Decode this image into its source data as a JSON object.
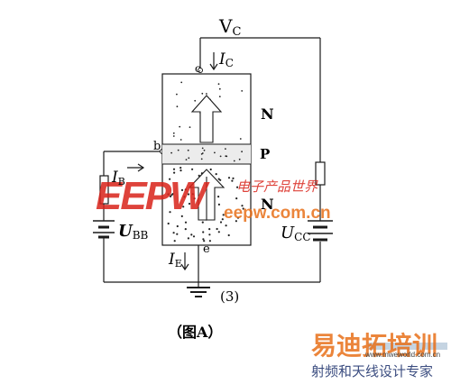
{
  "labels": {
    "vc_main": "V",
    "vc_sub": "C",
    "ic_main": "I",
    "ic_sub": "C",
    "n_top": "N",
    "p_mid": "P",
    "n_bottom": "N",
    "terminal_c": "c",
    "terminal_b": "b",
    "terminal_e": "e",
    "ib_main": "I",
    "ib_sub": "B",
    "ubb_main": "U",
    "ubb_sub": "BB",
    "ucc_main": "U",
    "ucc_sub": "CC",
    "ie_main": "I",
    "ie_sub": "E",
    "figure_number": "(3)",
    "caption": "（图A）"
  },
  "watermarks": {
    "eepw_logo": "EEPW",
    "eepw_cn": "电子产品世界",
    "eepw_url": "eepw.com.cn",
    "edu_cn": "易迪拓培训",
    "edu_sub": "射频和天线设计专家",
    "edu_url": "www.mweworld.com.cn"
  },
  "colors": {
    "line": "#1a1a1a",
    "watermark_red": "#d9231a",
    "watermark_orange": "#e8701a",
    "dot": "#222222"
  }
}
